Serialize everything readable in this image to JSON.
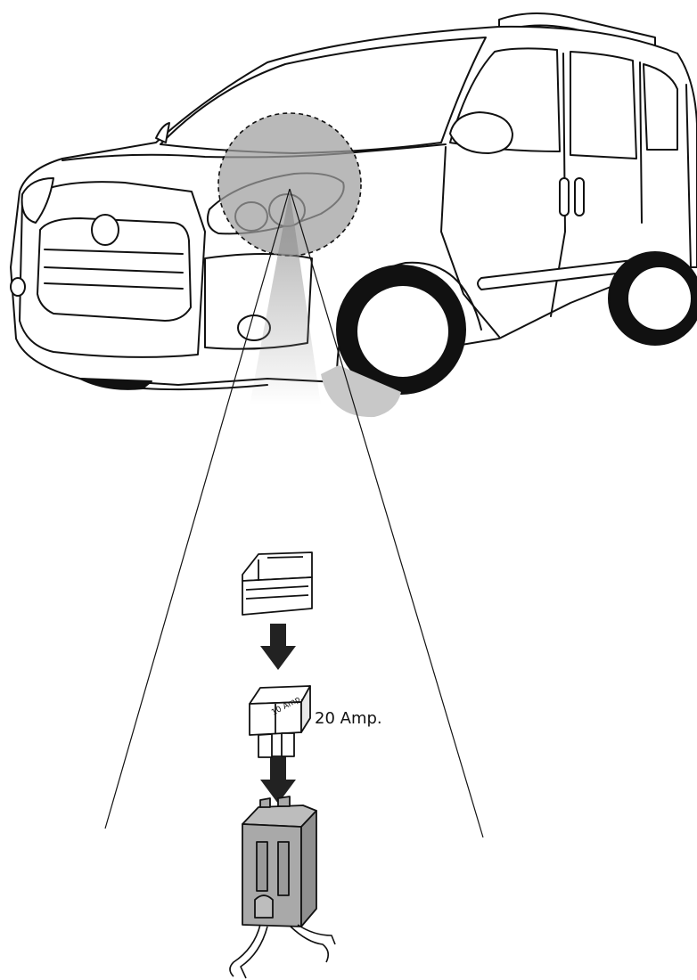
{
  "labels": {
    "fuse_marking": "10 Amp.",
    "fuse_rating": "20 Amp."
  },
  "colors": {
    "line": "#111111",
    "highlight_circle": "#9e9e9e",
    "connector": "#a9a9a9",
    "tire": "#111111",
    "arrow": "#222222"
  },
  "icons": {
    "vehicle": "van-illustration",
    "zoom": "zoom-callout",
    "fuse_cover": "fuse-cover",
    "fuse": "blade-fuse",
    "connector": "fuse-holder-connector"
  }
}
